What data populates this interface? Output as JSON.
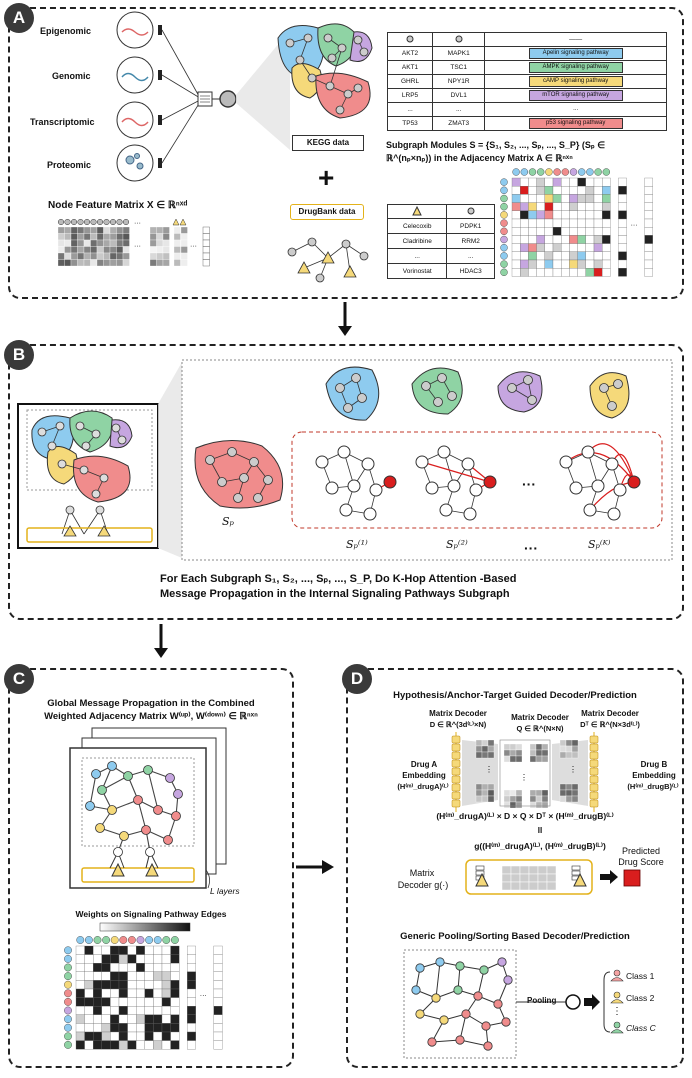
{
  "panels": {
    "a": "A",
    "b": "B",
    "c": "C",
    "d": "D"
  },
  "panel_a": {
    "omics": [
      "Epigenomic",
      "Genomic",
      "Transcriptomic",
      "Proteomic"
    ],
    "node_feature_title": "Node Feature Matrix X ∈ ℝⁿˣᵈ",
    "kegg_label": "KEGG data",
    "drugbank_label": "DrugBank data",
    "plus": "+",
    "dots": "···",
    "ellipsis": "...",
    "pathway_table": {
      "rows": [
        [
          "AKT2",
          "MAPK1",
          "Apelin signaling pathway",
          "#8ecbef"
        ],
        [
          "AKT1",
          "TSC1",
          "AMPK signaling pathway",
          "#8fd3a4"
        ],
        [
          "GHRL",
          "NPY1R",
          "cAMP signaling pathway",
          "#f5d97a"
        ],
        [
          "LRP5",
          "DVL1",
          "mTOR signaling pathway",
          "#c6a6e0"
        ],
        [
          "...",
          "...",
          "...",
          "#ffffff"
        ],
        [
          "TP53",
          "ZMAT3",
          "p53 signaling pathway",
          "#f08c8c"
        ]
      ]
    },
    "drug_table": {
      "rows": [
        [
          "Celecoxib",
          "PDPK1"
        ],
        [
          "Cladribine",
          "RRM2"
        ],
        [
          "...",
          "..."
        ],
        [
          "Vorinostat",
          "HDAC3"
        ]
      ]
    },
    "subgraph_caption_1": "Subgraph Modules S = {S₁, S₂, ..., Sₚ, ..., S_P} (Sₚ ∈",
    "subgraph_caption_2": "ℝ^(nₚ×nₚ)) in the Adjacency Matrix A ∈ ℝⁿˣⁿ"
  },
  "panel_b": {
    "sp_label": "Sₚ",
    "hop_labels": [
      "Sₚ⁽¹⁾",
      "Sₚ⁽²⁾",
      "Sₚ⁽ᴷ⁾"
    ],
    "dots": "···",
    "caption_1": "For Each Subgraph S₁, S₂, ..., Sₚ, ..., S_P, Do K-Hop Attention -Based",
    "caption_2": "Message Propagation in the Internal Signaling Pathways Subgraph"
  },
  "panel_c": {
    "title_1": "Global Message Propagation in the Combined",
    "title_2": "Weighted Adjacency Matrix W⁽ᵘᵖ⁾, W⁽ᵈᵒʷⁿ⁾ ∈ ℝⁿˣⁿ",
    "layers": "L layers",
    "weights_title": "Weights on Signaling Pathway Edges"
  },
  "panel_d": {
    "title": "Hypothesis/Anchor-Target Guided Decoder/Prediction",
    "md1_name": "Matrix Decoder",
    "md1_eq": "D ∈ ℝ^(3d⁽ᴸ⁾×N)",
    "md2_name": "Matrix Decoder",
    "md2_eq": "Q ∈ ℝ^(N×N)",
    "md3_name": "Matrix Decoder",
    "md3_eq": "Dᵀ ∈ ℝ^(N×3d⁽ᴸ⁾)",
    "drug_a_1": "Drug A",
    "drug_a_2": "Embedding",
    "drug_a_3": "(H⁽ᵐ⁾_drugA)⁽ᴸ⁾",
    "drug_b_1": "Drug B",
    "drug_b_2": "Embedding",
    "drug_b_3": "(H⁽ᵐ⁾_drugB)⁽ᴸ⁾",
    "product_eq": "(H⁽ᵐ⁾_drugA)⁽ᴸ⁾  ×  D  ×  Q  ×  Dᵀ  ×  (H⁽ᵐ⁾_drugB)⁽ᴸ⁾",
    "equals": "II",
    "g_eq": "g((H⁽ᵐ⁾_drugA)⁽ᴸ⁾, (H⁽ᵐ⁾_drugB)⁽ᴸ⁾)",
    "matrix_decoder_1": "Matrix",
    "matrix_decoder_2": "Decoder g(·)",
    "predicted_1": "Predicted",
    "predicted_2": "Drug Score",
    "generic_title": "Generic Pooling/Sorting Based Decoder/Prediction",
    "pooling": "Pooling",
    "classes": [
      "Class 1",
      "Class 2",
      "Class C"
    ],
    "class_colors": [
      "#f4a3a3",
      "#f5d97a",
      "#8fd3a4"
    ],
    "vdots": "⋮"
  },
  "colors": {
    "blue": "#8ecbef",
    "green": "#8fd3a4",
    "purple": "#c6a6e0",
    "yellow": "#f5d97a",
    "red": "#f08c8c",
    "accent_red": "#d91e1e"
  }
}
